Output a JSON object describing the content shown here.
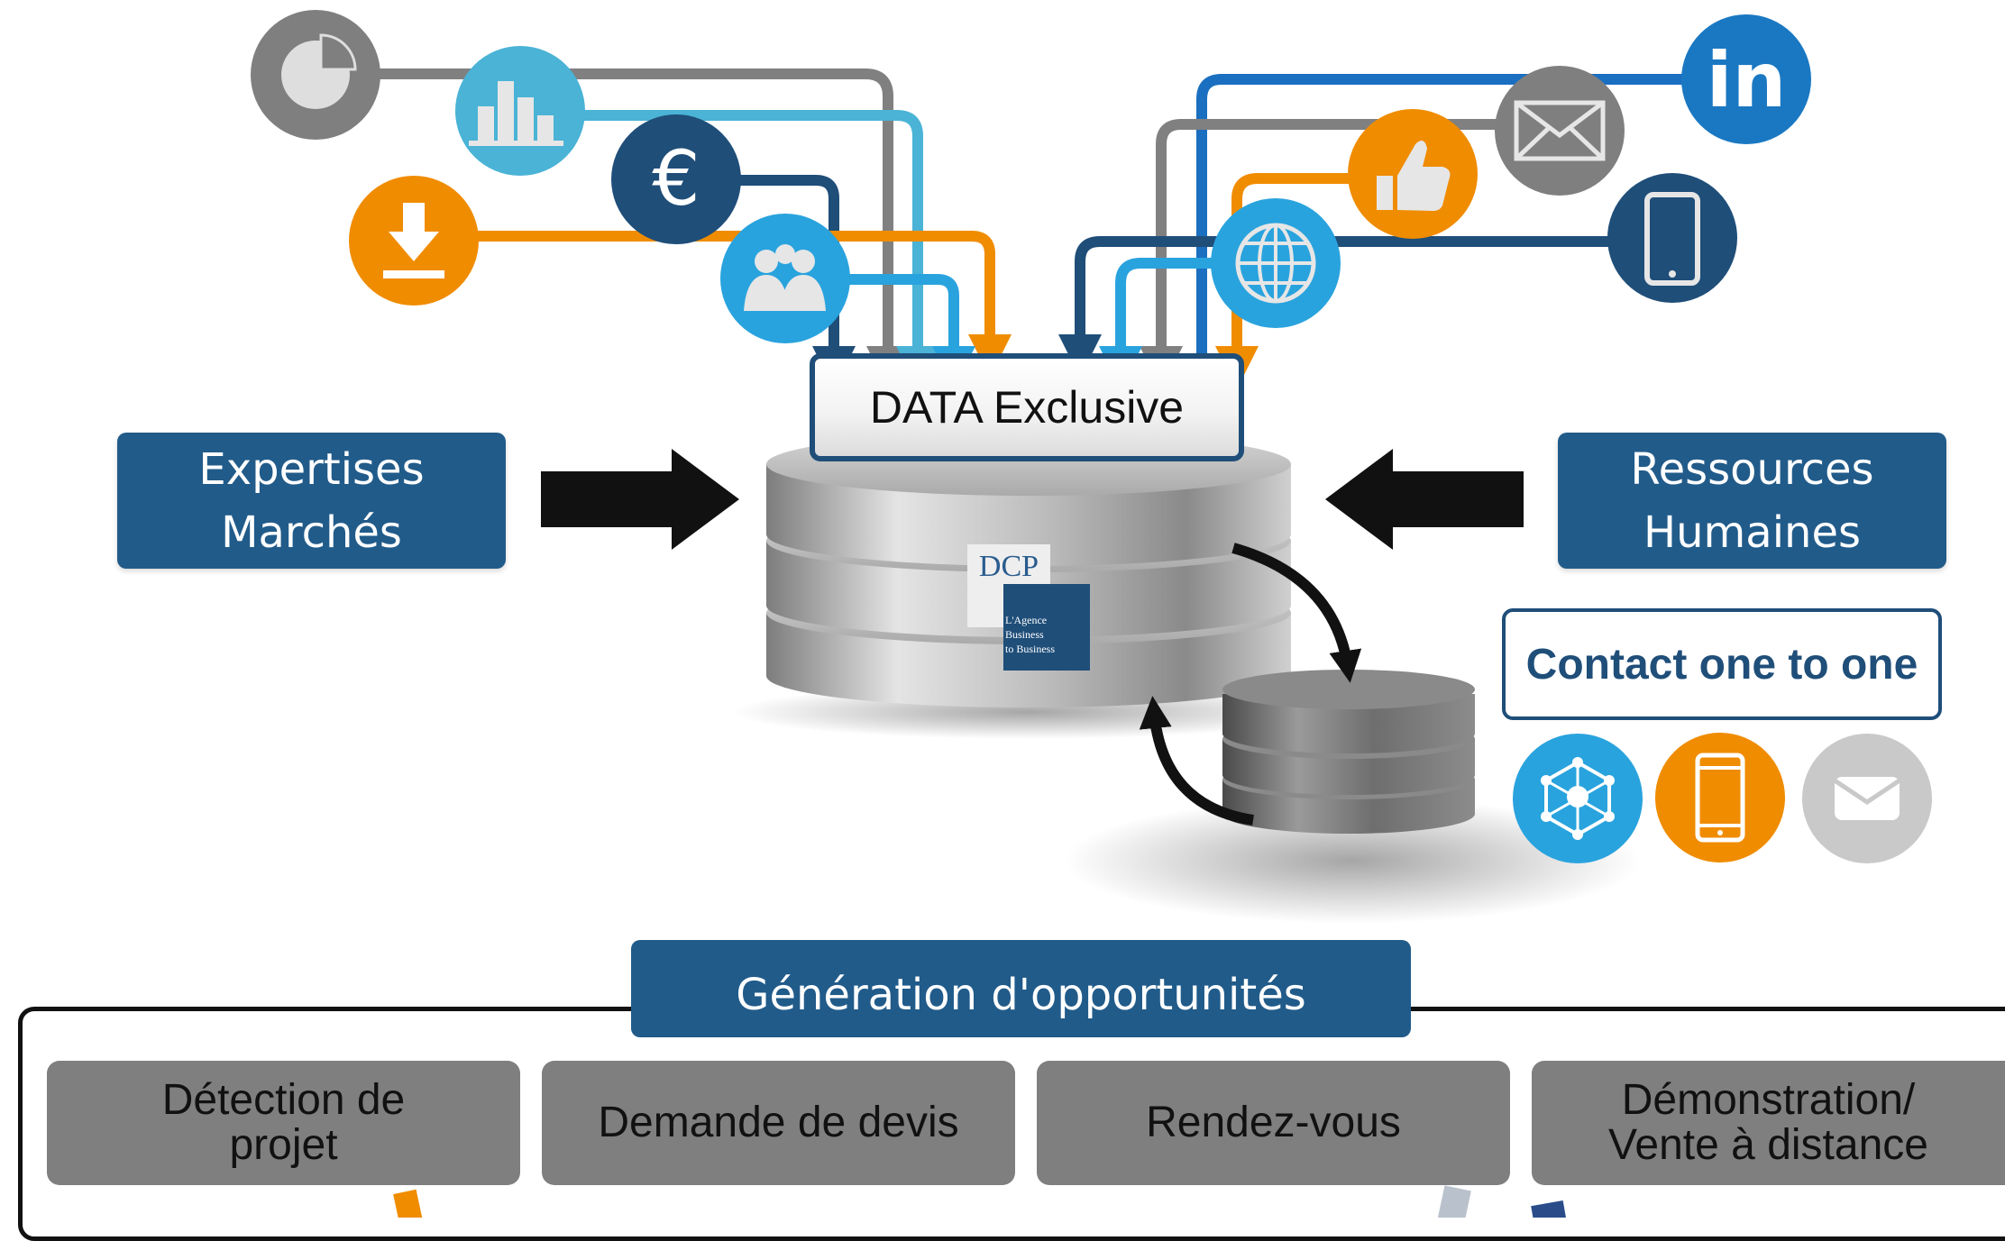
{
  "center": {
    "title": "DATA Exclusive"
  },
  "left_box": {
    "line1": "Expertises",
    "line2": "Marchés"
  },
  "right_box": {
    "line1": "Ressources",
    "line2": "Humaines"
  },
  "logo": {
    "brand": "DCP",
    "tagline1": "L'Agence",
    "tagline2": "Business",
    "tagline3": "to Business"
  },
  "contact": {
    "title": "Contact one to one",
    "icons": [
      "network-icon",
      "smartphone-icon",
      "envelope-icon"
    ]
  },
  "pipeline": {
    "title": "Génération d'opportunités",
    "steps": [
      {
        "line1": "Détection de",
        "line2": "projet"
      },
      {
        "line1": "Demande de devis",
        "line2": ""
      },
      {
        "line1": "Rendez-vous",
        "line2": ""
      },
      {
        "line1": "Démonstration/",
        "line2": "Vente à distance"
      }
    ]
  },
  "source_icons_left": [
    "pie-chart-icon",
    "bar-chart-icon",
    "euro-icon",
    "download-icon",
    "people-icon"
  ],
  "source_icons_right": [
    "linkedin-icon",
    "email-icon",
    "thumbs-up-icon",
    "smartphone-icon",
    "globe-icon"
  ],
  "colors": {
    "navy": "#1f4e79",
    "blue": "#215b8a",
    "sky": "#29a3de",
    "orange": "#f08c00",
    "gray": "#808080",
    "teal": "#4ab3d6"
  }
}
